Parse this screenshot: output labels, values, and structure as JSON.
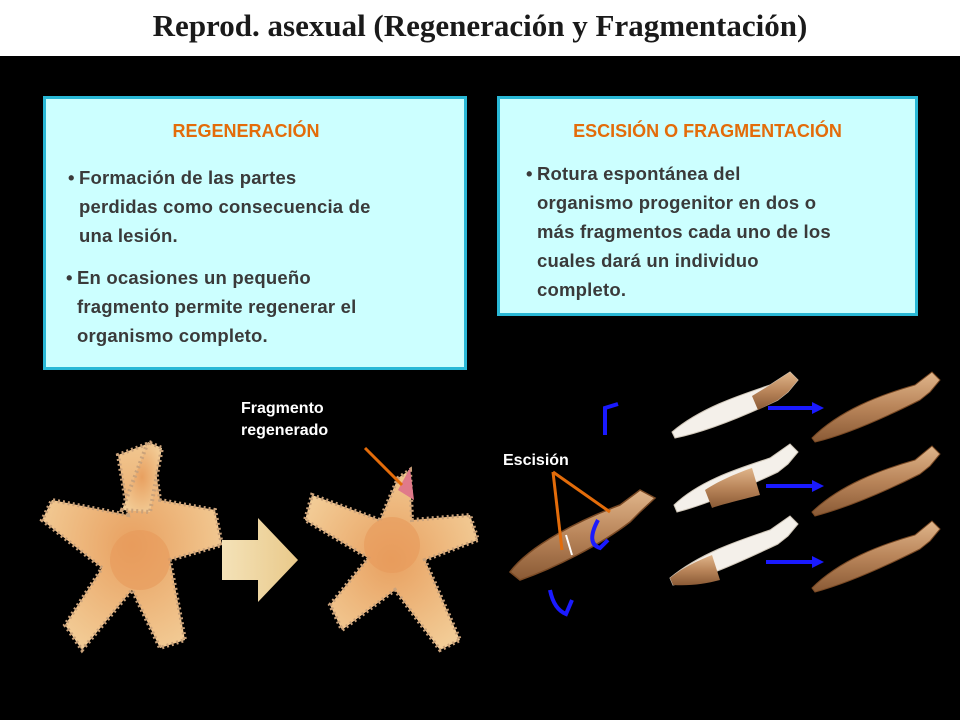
{
  "title": "Reprod. asexual (Regeneración y Fragmentación)",
  "regeneracion": {
    "heading": "REGENERACIÓN",
    "bullets": [
      [
        "Formación de las partes",
        "perdidas como consecuencia de",
        "una lesión."
      ],
      [
        "En ocasiones un pequeño",
        "fragmento permite regenerar el",
        "organismo completo."
      ]
    ]
  },
  "escision": {
    "heading": "ESCISIÓN O FRAGMENTACIÓN",
    "bullets": [
      [
        "Rotura espontánea del",
        "organismo progenitor en dos o",
        "más fragmentos cada uno de los",
        "cuales dará un individuo",
        "completo."
      ]
    ]
  },
  "labels": {
    "fragmento_line1": "Fragmento",
    "fragmento_line2": "regenerado",
    "escision": "Escisión"
  },
  "colors": {
    "heading": "#e36c0a",
    "box_fill": "#ccffff",
    "box_border": "#29b8d6",
    "pointer": "#e36c0a",
    "arrow_blue": "#1a1aff"
  }
}
